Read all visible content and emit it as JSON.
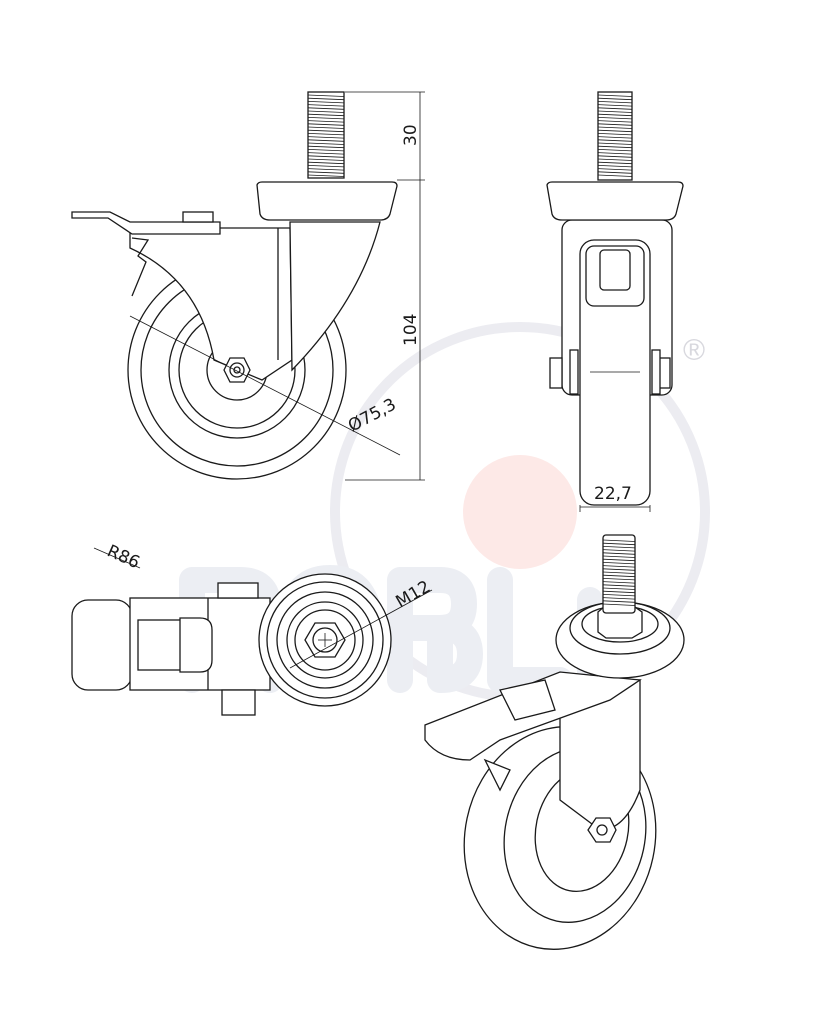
{
  "drawing": {
    "dimensions": {
      "stud_length": "30",
      "overall_height": "104",
      "wheel_diameter": "Ø75,3",
      "wheel_width": "22,7",
      "swivel_radius": "R86",
      "thread": "M12"
    },
    "watermark": {
      "logo_text": "ROBLI",
      "registered_mark": "®",
      "ring_color": "#e8e8ee",
      "dot_color": "#fde8e6",
      "letter_color": "#eceef3"
    },
    "line_color": "#1a1a1a"
  }
}
